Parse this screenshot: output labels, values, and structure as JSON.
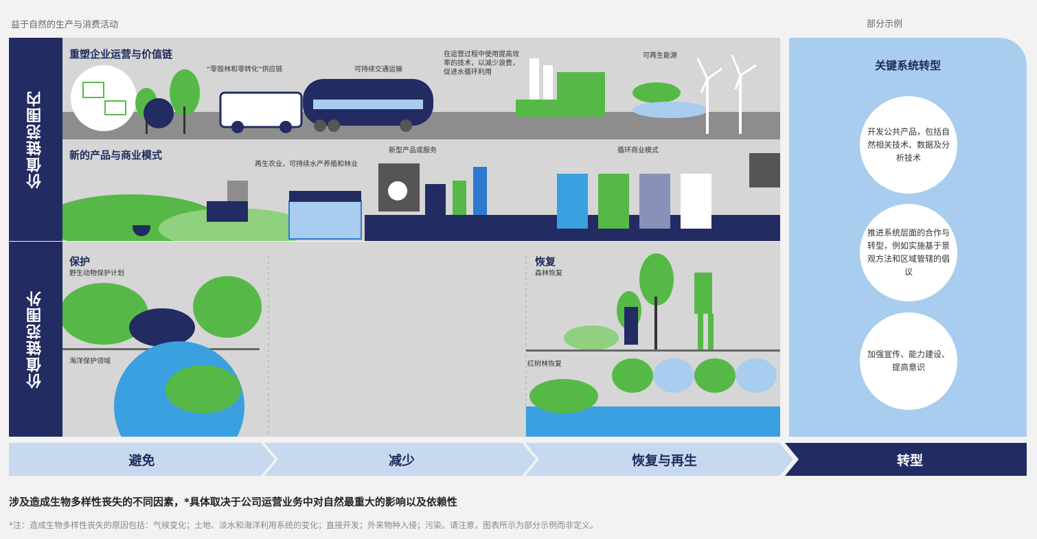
{
  "header": {
    "left_label": "益于自然的生产与消费活动",
    "right_label": "部分示例"
  },
  "sidebar": {
    "inside": "价值链范围内",
    "outside": "价值链范围外"
  },
  "sections": {
    "reshape": {
      "title": "重塑企业运营与价值链",
      "supply_chain": "“零毁林和零转化”供应链",
      "transport": "可持续交通运输",
      "tech": "在运营过程中使用提高效率的技术，以减少浪费，促进水循环利用",
      "renewable": "可再生能源"
    },
    "new_products": {
      "title": "新的产品与商业模式",
      "agriculture": "再生农业、可持续水产养殖和林业",
      "new_services": "新型产品或服务",
      "circular": "循环商业模式"
    },
    "protect": {
      "title": "保护",
      "wildlife": "野生动物保护计划",
      "ocean": "海洋保护领域"
    },
    "restore": {
      "title": "恢复",
      "forest": "森林恢复",
      "mangrove": "红树林恢复"
    }
  },
  "right_panel": {
    "title": "关键系统转型",
    "circles": [
      "开发公共产品，包括自然相关技术、数据及分析技术",
      "推进系统层面的合作与转型，例如实施基于景观方法和区域管辖的倡议",
      "加强宣传、能力建设、提高意识"
    ]
  },
  "stages": [
    "避免",
    "减少",
    "恢复与再生",
    "转型"
  ],
  "footer": {
    "main": "涉及造成生物多样性丧失的不同因素，*具体取决于公司运营业务中对自然最重大的影响以及依赖性",
    "note": "*注：造成生物多样性丧失的原因包括：气候变化；土地、淡水和海洋利用系统的变化；直接开发；外来物种入侵；污染。请注意，图表所示为部分示例而非定义。"
  },
  "colors": {
    "navy": "#232b63",
    "green": "#56b947",
    "light_blue": "#a9cdee",
    "gray_panel": "#d6d6d6"
  }
}
